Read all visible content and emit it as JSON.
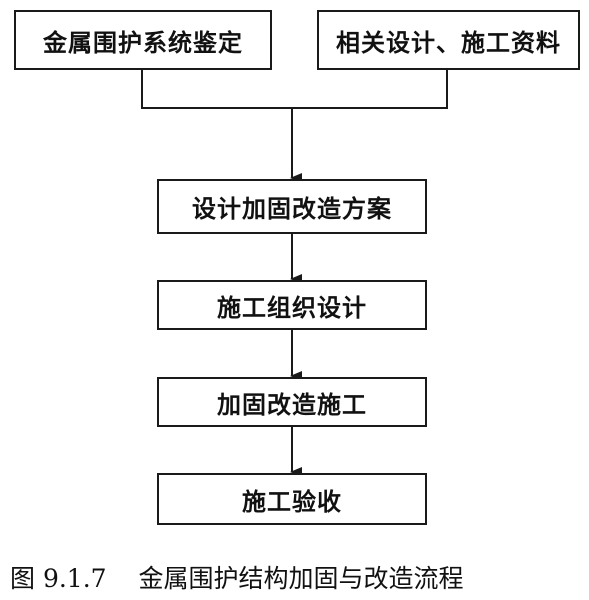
{
  "flowchart": {
    "top_left": "金属围护系统鉴定",
    "top_right": "相关设计、施工资料",
    "steps": [
      "设计加固改造方案",
      "施工组织设计",
      "加固改造施工",
      "施工验收"
    ]
  },
  "caption": {
    "number": "图 9.1.7",
    "title": "金属围护结构加固与改造流程"
  },
  "colors": {
    "line": "#1a1a1a",
    "box_border": "#1a1a1a",
    "background": "#ffffff"
  }
}
